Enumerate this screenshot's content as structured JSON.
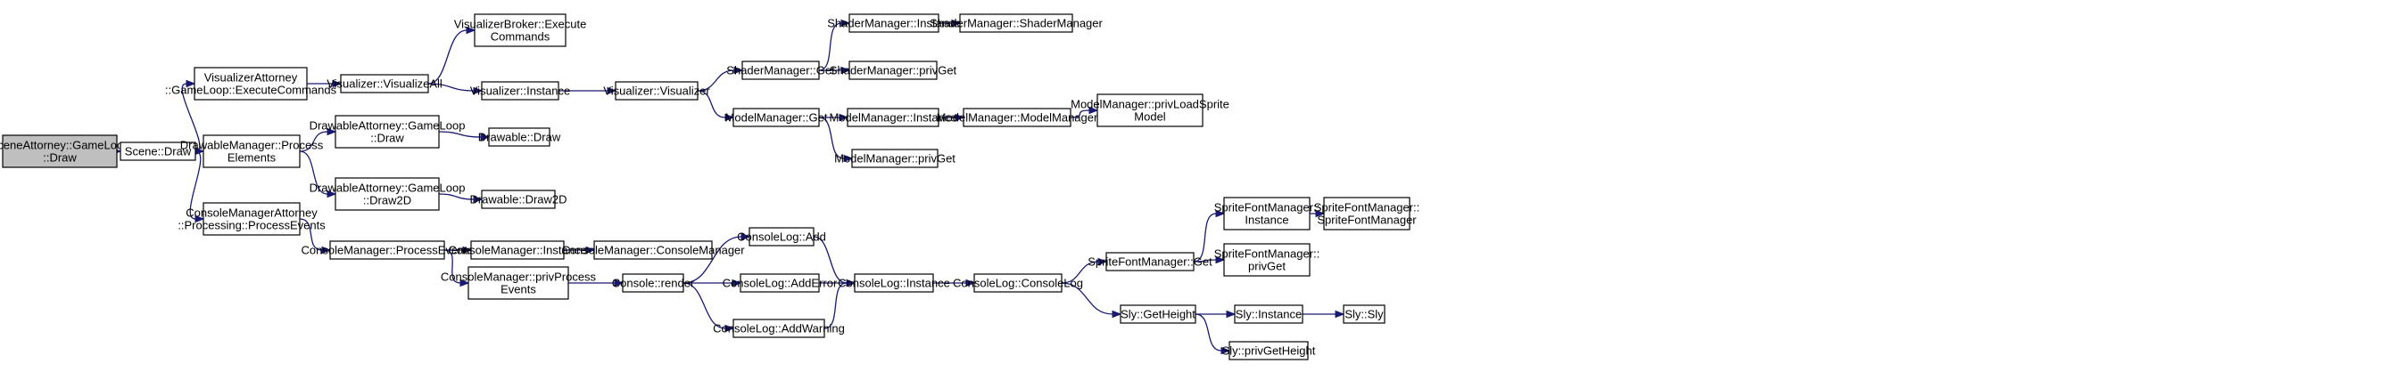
{
  "colors": {
    "edge": "#191970",
    "root_fill": "#bfbfbf",
    "node_fill": "#ffffff",
    "node_border": "#000000"
  },
  "nodes": [
    {
      "id": "scene_attorney_draw",
      "lines": [
        "SceneAttorney::GameLoop",
        "::Draw"
      ],
      "root": true
    },
    {
      "id": "scene_draw",
      "lines": [
        "Scene::Draw"
      ]
    },
    {
      "id": "visualizer_attorney",
      "lines": [
        "VisualizerAttorney",
        "::GameLoop::ExecuteCommands"
      ]
    },
    {
      "id": "drawable_manager_process",
      "lines": [
        "DrawableManager::Process",
        "Elements"
      ]
    },
    {
      "id": "console_manager_attorney",
      "lines": [
        "ConsoleManagerAttorney",
        "::Processing::ProcessEvents"
      ]
    },
    {
      "id": "visualizer_visualize_all",
      "lines": [
        "Visualizer::VisualizeAll"
      ]
    },
    {
      "id": "visualizer_broker",
      "lines": [
        "VisualizerBroker::Execute",
        "Commands"
      ]
    },
    {
      "id": "visualizer_instance",
      "lines": [
        "Visualizer::Instance"
      ]
    },
    {
      "id": "visualizer_ctor",
      "lines": [
        "Visualizer::Visualizer"
      ]
    },
    {
      "id": "shader_manager_get",
      "lines": [
        "ShaderManager::Get"
      ]
    },
    {
      "id": "shader_manager_instance",
      "lines": [
        "ShaderManager::Instance"
      ]
    },
    {
      "id": "shader_manager_ctor",
      "lines": [
        "ShaderManager::ShaderManager"
      ]
    },
    {
      "id": "shader_manager_privget",
      "lines": [
        "ShaderManager::privGet"
      ]
    },
    {
      "id": "model_manager_get",
      "lines": [
        "ModelManager::Get"
      ]
    },
    {
      "id": "model_manager_instance",
      "lines": [
        "ModelManager::Instance"
      ]
    },
    {
      "id": "model_manager_ctor",
      "lines": [
        "ModelManager::ModelManager"
      ]
    },
    {
      "id": "model_manager_load_sprite",
      "lines": [
        "ModelManager::privLoadSprite",
        "Model"
      ]
    },
    {
      "id": "model_manager_privget",
      "lines": [
        "ModelManager::privGet"
      ]
    },
    {
      "id": "drawable_attorney_draw",
      "lines": [
        "DrawableAttorney::GameLoop",
        "::Draw"
      ]
    },
    {
      "id": "drawable_draw",
      "lines": [
        "Drawable::Draw"
      ]
    },
    {
      "id": "drawable_attorney_draw2d",
      "lines": [
        "DrawableAttorney::GameLoop",
        "::Draw2D"
      ]
    },
    {
      "id": "drawable_draw2d",
      "lines": [
        "Drawable::Draw2D"
      ]
    },
    {
      "id": "console_manager_process_events",
      "lines": [
        "ConsoleManager::ProcessEvents"
      ]
    },
    {
      "id": "console_manager_instance",
      "lines": [
        "ConsoleManager::Instance"
      ]
    },
    {
      "id": "console_manager_ctor",
      "lines": [
        "ConsoleManager::ConsoleManager"
      ]
    },
    {
      "id": "console_manager_priv_process",
      "lines": [
        "ConsoleManager::privProcess",
        "Events"
      ]
    },
    {
      "id": "console_render",
      "lines": [
        "Console::render"
      ]
    },
    {
      "id": "console_log_add",
      "lines": [
        "ConsoleLog::Add"
      ]
    },
    {
      "id": "console_log_add_error",
      "lines": [
        "ConsoleLog::AddError"
      ]
    },
    {
      "id": "console_log_add_warning",
      "lines": [
        "ConsoleLog::AddWarning"
      ]
    },
    {
      "id": "console_log_instance",
      "lines": [
        "ConsoleLog::Instance"
      ]
    },
    {
      "id": "console_log_ctor",
      "lines": [
        "ConsoleLog::ConsoleLog"
      ]
    },
    {
      "id": "sprite_font_manager_get",
      "lines": [
        "SpriteFontManager::Get"
      ]
    },
    {
      "id": "sprite_font_manager_instance",
      "lines": [
        "SpriteFontManager::",
        "Instance"
      ]
    },
    {
      "id": "sprite_font_manager_ctor",
      "lines": [
        "SpriteFontManager::",
        "SpriteFontManager"
      ]
    },
    {
      "id": "sprite_font_manager_privget",
      "lines": [
        "SpriteFontManager::",
        "privGet"
      ]
    },
    {
      "id": "sly_get_height",
      "lines": [
        "Sly::GetHeight"
      ]
    },
    {
      "id": "sly_instance",
      "lines": [
        "Sly::Instance"
      ]
    },
    {
      "id": "sly_ctor",
      "lines": [
        "Sly::Sly"
      ]
    },
    {
      "id": "sly_priv_get_height",
      "lines": [
        "Sly::privGetHeight"
      ]
    }
  ],
  "edges": [
    [
      "scene_attorney_draw",
      "scene_draw"
    ],
    [
      "scene_draw",
      "visualizer_attorney"
    ],
    [
      "scene_draw",
      "drawable_manager_process"
    ],
    [
      "scene_draw",
      "console_manager_attorney"
    ],
    [
      "visualizer_attorney",
      "visualizer_visualize_all"
    ],
    [
      "visualizer_visualize_all",
      "visualizer_broker"
    ],
    [
      "visualizer_visualize_all",
      "visualizer_instance"
    ],
    [
      "visualizer_instance",
      "visualizer_ctor"
    ],
    [
      "visualizer_ctor",
      "shader_manager_get"
    ],
    [
      "visualizer_ctor",
      "model_manager_get"
    ],
    [
      "shader_manager_get",
      "shader_manager_instance"
    ],
    [
      "shader_manager_get",
      "shader_manager_privget"
    ],
    [
      "shader_manager_instance",
      "shader_manager_ctor"
    ],
    [
      "model_manager_get",
      "model_manager_instance"
    ],
    [
      "model_manager_get",
      "model_manager_privget"
    ],
    [
      "model_manager_instance",
      "model_manager_ctor"
    ],
    [
      "model_manager_ctor",
      "model_manager_load_sprite"
    ],
    [
      "drawable_manager_process",
      "drawable_attorney_draw"
    ],
    [
      "drawable_manager_process",
      "drawable_attorney_draw2d"
    ],
    [
      "drawable_attorney_draw",
      "drawable_draw"
    ],
    [
      "drawable_attorney_draw2d",
      "drawable_draw2d"
    ],
    [
      "console_manager_attorney",
      "console_manager_process_events"
    ],
    [
      "console_manager_process_events",
      "console_manager_instance"
    ],
    [
      "console_manager_process_events",
      "console_manager_priv_process"
    ],
    [
      "console_manager_instance",
      "console_manager_ctor"
    ],
    [
      "console_manager_priv_process",
      "console_render"
    ],
    [
      "console_render",
      "console_log_add"
    ],
    [
      "console_render",
      "console_log_add_error"
    ],
    [
      "console_render",
      "console_log_add_warning"
    ],
    [
      "console_log_add",
      "console_log_instance"
    ],
    [
      "console_log_add_error",
      "console_log_instance"
    ],
    [
      "console_log_add_warning",
      "console_log_instance"
    ],
    [
      "console_log_instance",
      "console_log_ctor"
    ],
    [
      "console_log_ctor",
      "sprite_font_manager_get"
    ],
    [
      "console_log_ctor",
      "sly_get_height"
    ],
    [
      "sprite_font_manager_get",
      "sprite_font_manager_instance"
    ],
    [
      "sprite_font_manager_get",
      "sprite_font_manager_privget"
    ],
    [
      "sprite_font_manager_instance",
      "sprite_font_manager_ctor"
    ],
    [
      "sly_get_height",
      "sly_instance"
    ],
    [
      "sly_get_height",
      "sly_priv_get_height"
    ],
    [
      "sly_instance",
      "sly_ctor"
    ]
  ]
}
